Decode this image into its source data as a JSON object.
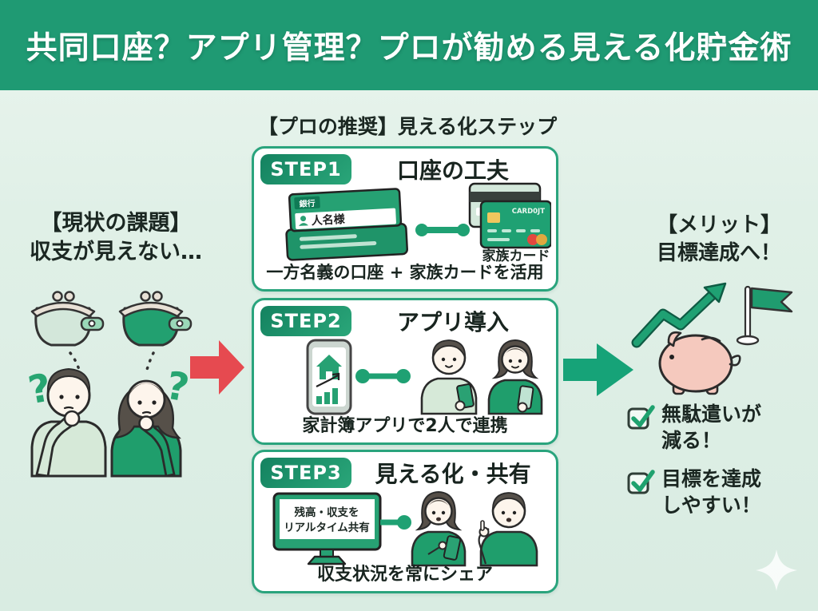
{
  "header": {
    "title": "共同口座？アプリ管理？プロが勧める見える化貯金術"
  },
  "left_panel": {
    "title_line1": "【現状の課題】",
    "title_line2": "収支が見えない…",
    "question_mark": "?"
  },
  "process": {
    "title": "【プロの推奨】見える化ステップ",
    "steps": [
      {
        "badge": "STEP1",
        "title": "口座の工夫",
        "caption": "一方名義の口座 + 家族カードを活用",
        "bankbook_label": "銀行",
        "bankbook_name": "人名様",
        "card_brand": "CARD0JT",
        "card_caption": "家族カード"
      },
      {
        "badge": "STEP2",
        "title": "アプリ導入",
        "caption": "家計簿アプリで2人で連携"
      },
      {
        "badge": "STEP3",
        "title": "見える化・共有",
        "caption": "収支状況を常にシェア",
        "monitor_line1": "残高・収支を",
        "monitor_line2": "リアルタイム共有"
      }
    ]
  },
  "right_panel": {
    "title_line1": "【メリット】",
    "title_line2": "目標達成へ！",
    "benefits": [
      {
        "line1": "無駄遣いが",
        "line2": "減る！"
      },
      {
        "line1": "目標を達成",
        "line2": "しやすい！"
      }
    ]
  },
  "colors": {
    "header_green": "#1f9a73",
    "background_mint": "#e0f0e7",
    "box_border_green": "#2aa47d",
    "badge_green_dark": "#148260",
    "badge_green_light": "#2aa679",
    "illustration_green": "#22a173",
    "red_arrow": "#e64a50",
    "green_arrow": "#16a378",
    "piggy_pink": "#f5c9be",
    "text_dark": "#1b2722"
  }
}
